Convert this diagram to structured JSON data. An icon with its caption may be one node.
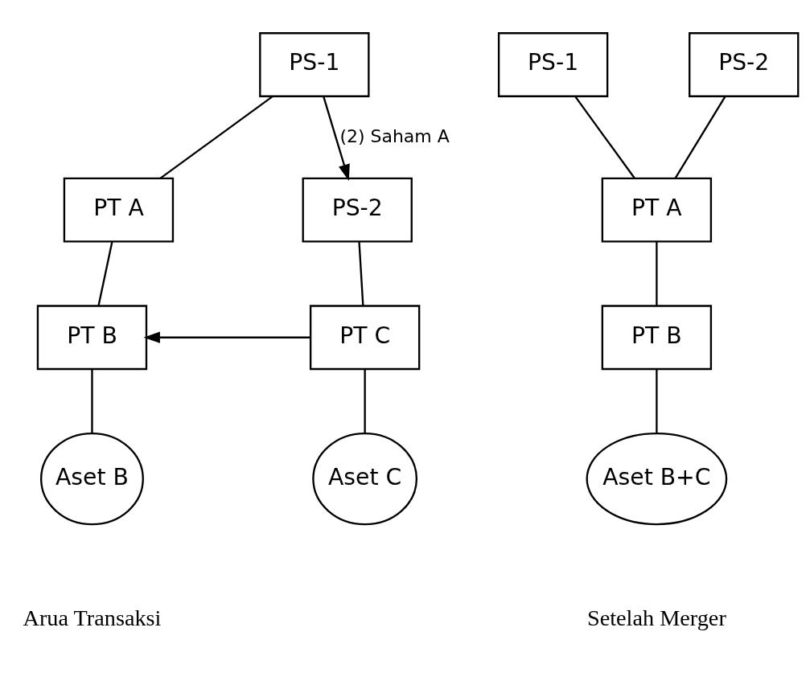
{
  "diagram": {
    "nodes": [
      {
        "text": [
          "PS-1"
        ]
      },
      {
        "text": [
          "PS-2"
        ]
      },
      {
        "text": [
          "PT A"
        ]
      },
      {
        "text": [
          "PT B"
        ]
      },
      {
        "text": [
          "PT C"
        ]
      },
      {
        "text": [
          "Aset B"
        ]
      },
      {
        "text": [
          "Aset C"
        ]
      },
      {
        "text": [
          "PS-1"
        ]
      },
      {
        "text": [
          "PS-2"
        ]
      },
      {
        "text": [
          "PT A"
        ]
      },
      {
        "text": [
          "PT B"
        ]
      },
      {
        "text": [
          "Aset B+C"
        ]
      }
    ],
    "edges": [
      {
        "from": 0,
        "to": 2,
        "arrow": "none"
      },
      {
        "from": 0,
        "to": 1,
        "arrow": "to",
        "label": "(2) Saham A"
      },
      {
        "from": 2,
        "to": 3,
        "arrow": "none"
      },
      {
        "from": 1,
        "to": 4,
        "arrow": "none"
      },
      {
        "from": 4,
        "to": 3,
        "arrow": "to"
      },
      {
        "from": 3,
        "to": 5,
        "arrow": "none"
      },
      {
        "from": 4,
        "to": 6,
        "arrow": "none"
      },
      {
        "from": 7,
        "to": 9,
        "arrow": "none"
      },
      {
        "from": 8,
        "to": 9,
        "arrow": "none"
      },
      {
        "from": 9,
        "to": 10,
        "arrow": "none"
      },
      {
        "from": 10,
        "to": 11,
        "arrow": "none"
      }
    ],
    "labels": [
      "Arua Transaksi",
      "Setelah Merger"
    ]
  }
}
